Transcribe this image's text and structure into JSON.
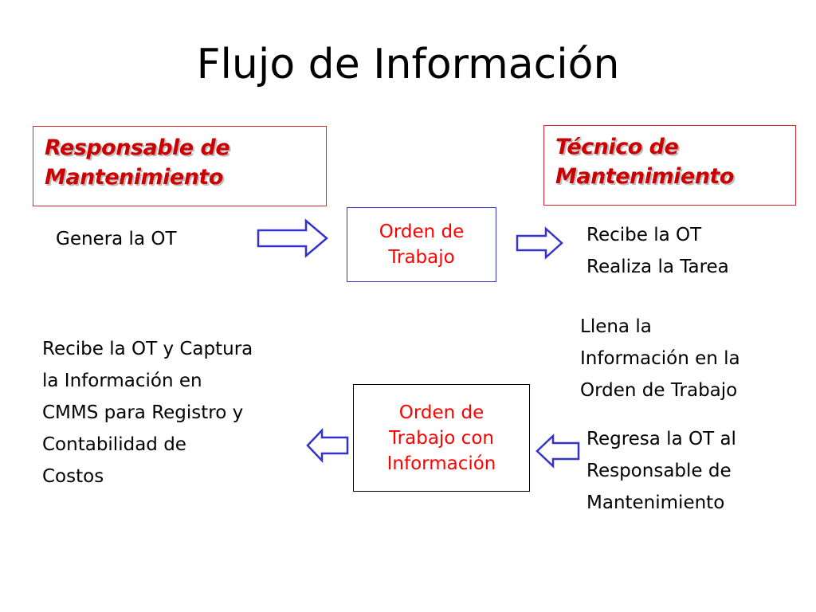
{
  "title": "Flujo de Información",
  "responsable": {
    "lines": [
      "Responsable de",
      "Mantenimiento"
    ]
  },
  "tecnico": {
    "lines": [
      "Técnico de",
      "Mantenimiento"
    ]
  },
  "orden_trabajo": {
    "lines": [
      "Orden de",
      "Trabajo"
    ]
  },
  "orden_con_info": {
    "lines": [
      "Orden de",
      "Trabajo con",
      "Información"
    ]
  },
  "genera": "Genera la OT",
  "recibe_realiza": {
    "lines": [
      "Recibe la OT",
      "Realiza la Tarea"
    ]
  },
  "llena": {
    "lines": [
      "Llena la",
      "Información en la",
      "Orden de Trabajo"
    ]
  },
  "regresa": {
    "lines": [
      "Regresa la OT al",
      "Responsable de",
      "Mantenimiento"
    ]
  },
  "captura": {
    "lines": [
      "Recibe la OT y Captura",
      "la Información en",
      "CMMS para Registro y",
      "Contabilidad de",
      "Costos"
    ]
  },
  "colors": {
    "role_border": "#d6282d",
    "role_text": "#cc0000",
    "doc_text": "#ff0000",
    "box1_border": "#3333cc",
    "box2_border": "#000000",
    "arrow_stroke": "#3333cc"
  },
  "icons": [
    "arrow-right-icon",
    "arrow-left-icon"
  ]
}
